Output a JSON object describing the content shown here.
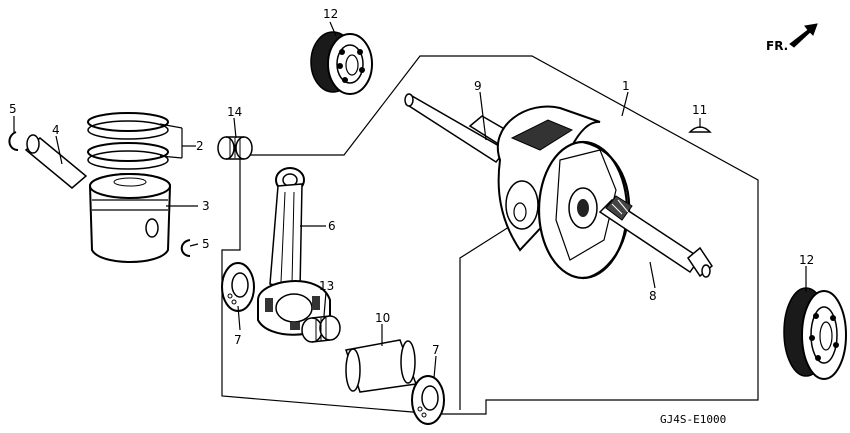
{
  "diagram": {
    "direction_label": "FR.",
    "code": "GJ4S-E1000",
    "callouts": {
      "c1": "1",
      "c2": "2",
      "c3": "3",
      "c4": "4",
      "c5a": "5",
      "c5b": "5",
      "c6": "6",
      "c7a": "7",
      "c7b": "7",
      "c8": "8",
      "c9": "9",
      "c10": "10",
      "c11": "11",
      "c12a": "12",
      "c12b": "12",
      "c13": "13",
      "c14": "14"
    },
    "icons": {
      "direction_arrow": "forward-arrow-icon"
    }
  }
}
